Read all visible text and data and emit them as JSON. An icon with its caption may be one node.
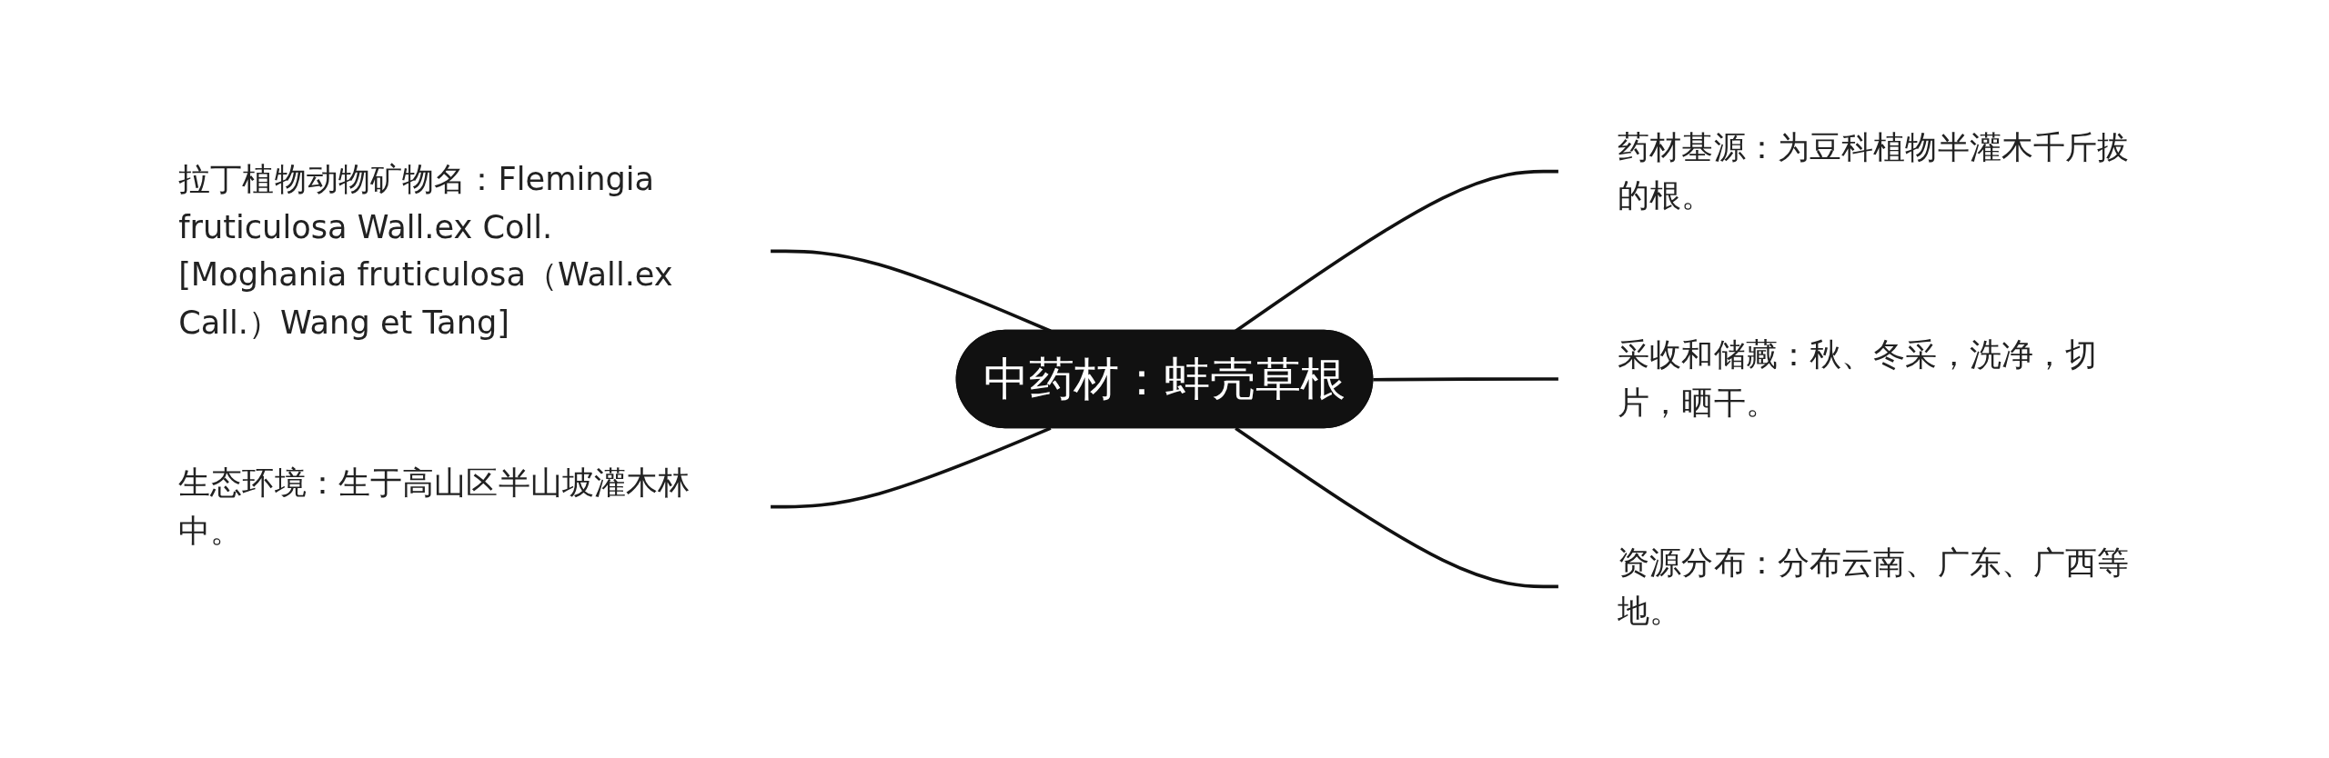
{
  "diagram": {
    "nodes": [
      {
        "text": [
          "中药材：蚌壳草根"
        ]
      },
      {
        "text": [
          "拉丁植物动物矿物名：Flemingia fruticulosa Wall.ex Coll.[Moghania fruticulosa（Wall.ex Call.）Wang et Tang]"
        ]
      },
      {
        "text": [
          "生态环境：生于高山区半山坡灌木林中。"
        ]
      },
      {
        "text": [
          "药材基源：为豆科植物半灌木千斤拔的根。"
        ]
      },
      {
        "text": [
          "采收和储藏：秋、冬采，洗净，切片，晒干。"
        ]
      },
      {
        "text": [
          "资源分布：分布云南、广东、广西等地。"
        ]
      }
    ],
    "edges": [
      {
        "from": 1,
        "to": 0,
        "arrow": "none"
      },
      {
        "from": 2,
        "to": 0,
        "arrow": "none"
      },
      {
        "from": 0,
        "to": 3,
        "arrow": "none"
      },
      {
        "from": 0,
        "to": 4,
        "arrow": "none"
      },
      {
        "from": 0,
        "to": 5,
        "arrow": "none"
      }
    ]
  }
}
